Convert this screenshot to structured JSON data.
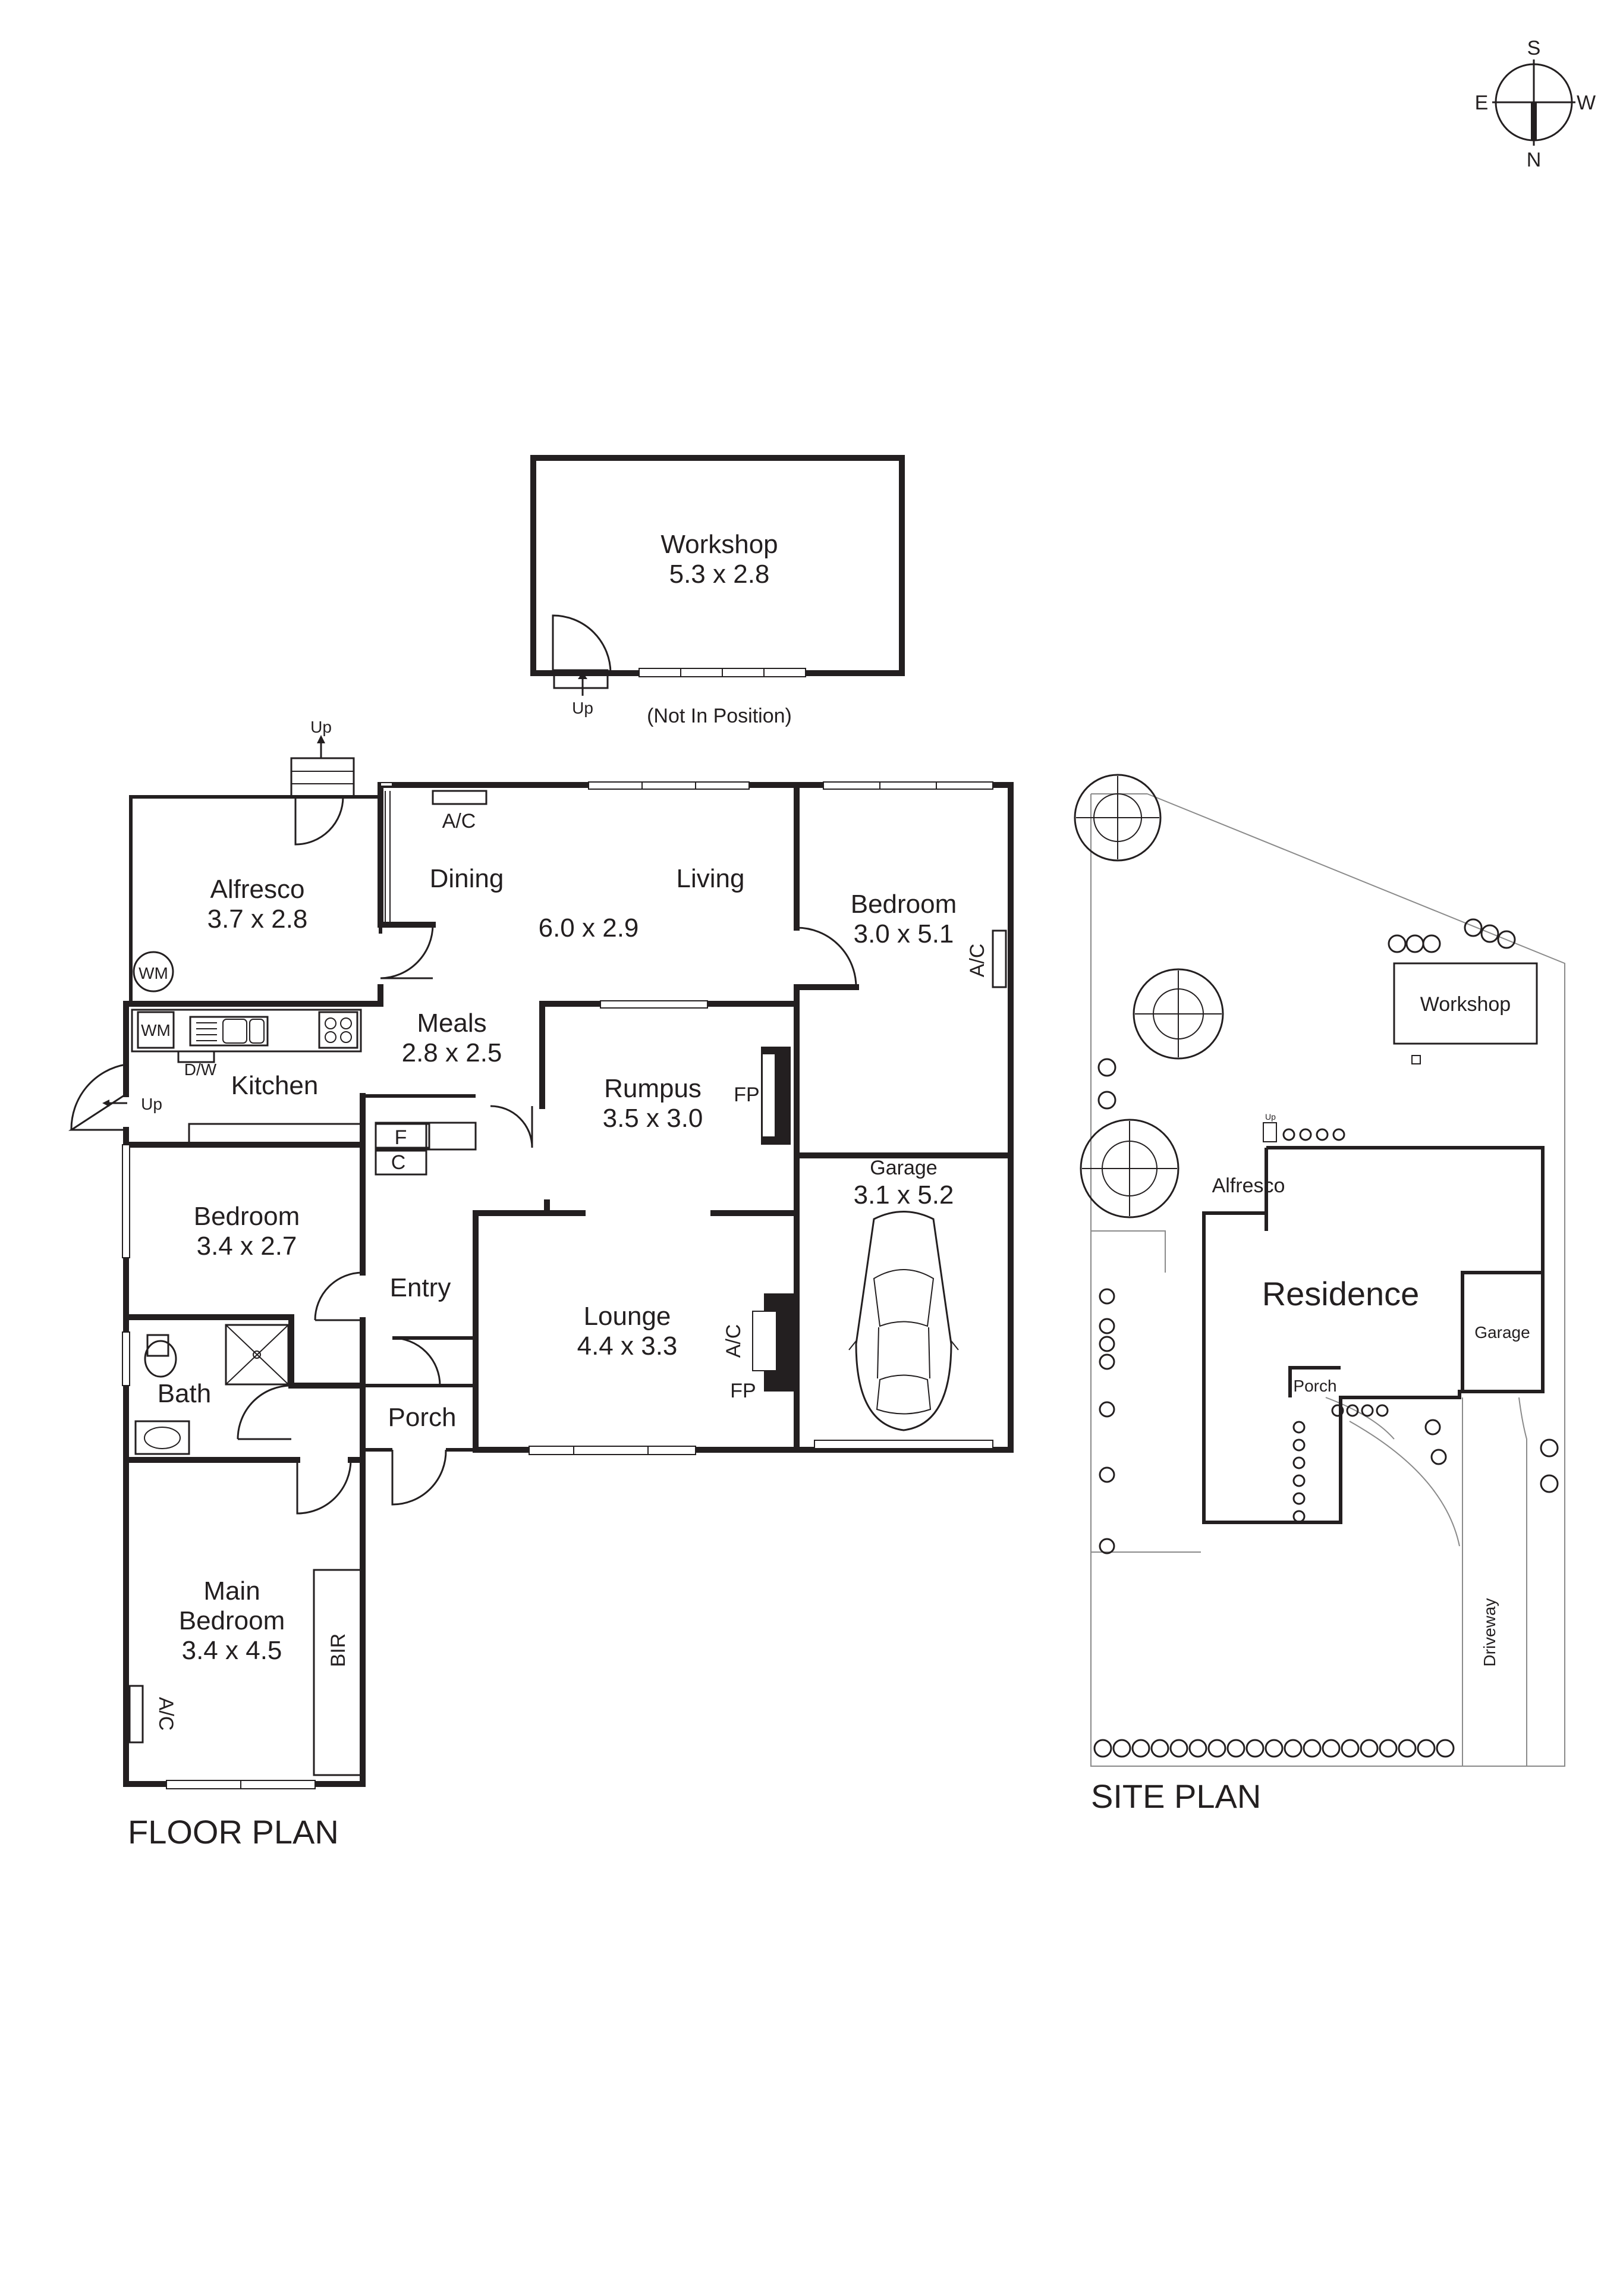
{
  "compass": {
    "s": "S",
    "e": "E",
    "w": "W",
    "n": "N"
  },
  "titles": {
    "floor_plan": "FLOOR PLAN",
    "site_plan": "SITE PLAN"
  },
  "workshop": {
    "name": "Workshop",
    "size": "5.3 x 2.8",
    "note": "(Not In Position)",
    "up": "Up"
  },
  "rooms": {
    "alfresco": {
      "name": "Alfresco",
      "size": "3.7 x 2.8",
      "up": "Up"
    },
    "dining": {
      "name": "Dining"
    },
    "living": {
      "name": "Living"
    },
    "dining_living_size": "6.0 x 2.9",
    "ac_dining": "A/C",
    "bedroom_ne": {
      "name": "Bedroom",
      "size": "3.0 x 5.1",
      "ac": "A/C"
    },
    "wm_outside": "WM",
    "wm_inside": "WM",
    "dw": "D/W",
    "kitchen": {
      "name": "Kitchen",
      "up": "Up"
    },
    "meals": {
      "name": "Meals",
      "size": "2.8 x 2.5"
    },
    "rumpus": {
      "name": "Rumpus",
      "size": "3.5 x 3.0",
      "fp": "FP"
    },
    "garage": {
      "name": "Garage",
      "size": "3.1 x 5.2"
    },
    "fridge": "F",
    "cupboard": "C",
    "bedroom_w": {
      "name": "Bedroom",
      "size": "3.4 x 2.7"
    },
    "entry": {
      "name": "Entry"
    },
    "lounge": {
      "name": "Lounge",
      "size": "4.4 x 3.3",
      "ac": "A/C",
      "fp": "FP"
    },
    "bath": {
      "name": "Bath"
    },
    "porch": {
      "name": "Porch"
    },
    "main_bedroom": {
      "line1": "Main",
      "line2": "Bedroom",
      "size": "3.4 x 4.5",
      "bir": "BIR",
      "ac": "A/C"
    }
  },
  "site": {
    "workshop": "Workshop",
    "alfresco": "Alfresco",
    "residence": "Residence",
    "garage": "Garage",
    "porch": "Porch",
    "driveway": "Driveway",
    "up": "Up"
  }
}
